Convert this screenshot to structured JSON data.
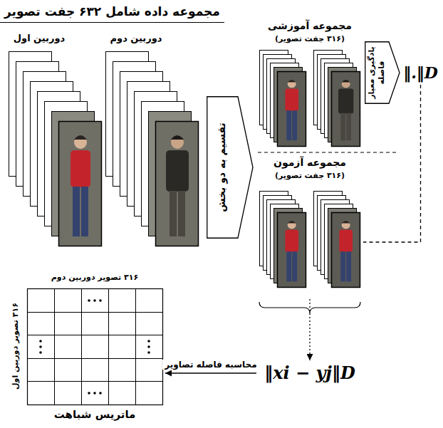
{
  "diagram": {
    "title": "مجموعه داده شامل ۶۳۲ جفت تصویر",
    "nodes": [
      {
        "text": [
          "دوربین اول"
        ]
      },
      {
        "text": [
          "دوربین دوم"
        ]
      },
      {
        "text": [
          "تقسیم به دو بخش"
        ]
      },
      {
        "text": [
          "مجموعه آموزشی",
          "(۳۱۶ جفت تصویر)"
        ]
      },
      {
        "text": [
          "یادگیری معیار فاصله"
        ]
      },
      {
        "text": [
          "‖.‖D"
        ]
      },
      {
        "text": [
          "مجموعه آزمون",
          "(۳۱۶ جفت تصویر)"
        ]
      },
      {
        "text": [
          "‖xi − yj‖D"
        ]
      },
      {
        "text": [
          "۳۱۶ تصویر دوربین دوم",
          "۳۱۶ تصویر دوربین اول",
          "ماتریس شباهت"
        ]
      }
    ],
    "edges": [
      {
        "from": 5,
        "to": 6,
        "arrow": "none"
      },
      {
        "from": 6,
        "to": 7,
        "arrow": "to"
      },
      {
        "from": 7,
        "to": 8,
        "label": "محاسبه فاصله تصاویر",
        "arrow": "to"
      }
    ]
  }
}
